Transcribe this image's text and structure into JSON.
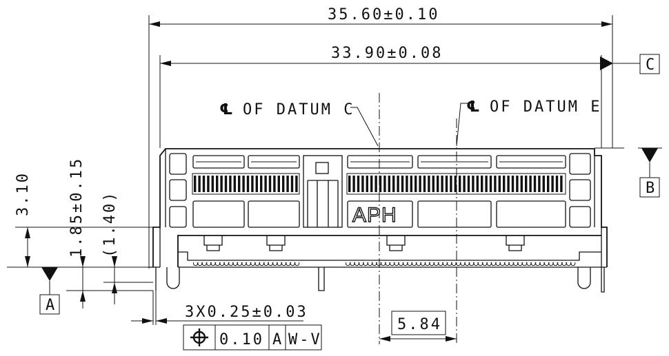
{
  "dimensions": {
    "overall_length": "35.60±0.10",
    "inner_length": "33.90±0.08",
    "height_3_10": "3.10",
    "height_1_85": "1.85±0.15",
    "ref_1_40": "(1.40)",
    "pin_width": "3X0.25±0.03",
    "datum_offset": "5.84"
  },
  "datums": {
    "a": "A",
    "b": "B",
    "c": "C"
  },
  "centerlines": {
    "datum_c_label": "OF DATUM C",
    "datum_e_label": "OF DATUM E",
    "cl_symbol": "℄"
  },
  "feature_control_frame": {
    "symbol": "position-icon",
    "tolerance": "0.10",
    "datum_1": "A",
    "datum_2": "W-V"
  },
  "logo_text": "APH"
}
